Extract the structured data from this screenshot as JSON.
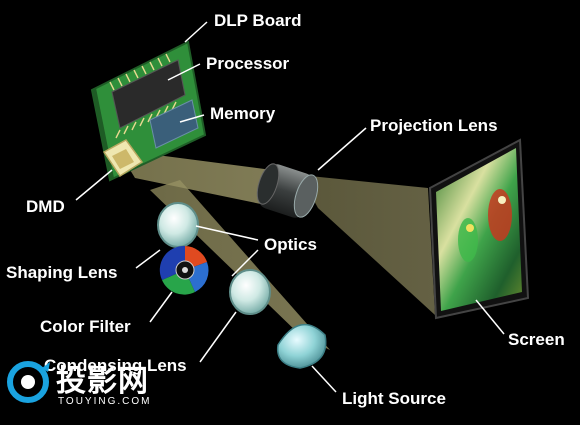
{
  "labels": {
    "dlp_board": "DLP Board",
    "processor": "Processor",
    "memory": "Memory",
    "projection_lens": "Projection Lens",
    "dmd": "DMD",
    "optics": "Optics",
    "shaping_lens": "Shaping Lens",
    "color_filter": "Color Filter",
    "condensing_lens": "Condensing Lens",
    "screen": "Screen",
    "light_source": "Light Source"
  },
  "watermark": {
    "chinese": "投影网",
    "english": "TOUYING.COM"
  },
  "colors": {
    "background": "#000000",
    "board_green": "#2f8f3a",
    "light_beam": "#9e9868",
    "lens": "#c8e6e0",
    "label_text": "#ffffff",
    "watermark_blue": "#1aa3e0"
  }
}
